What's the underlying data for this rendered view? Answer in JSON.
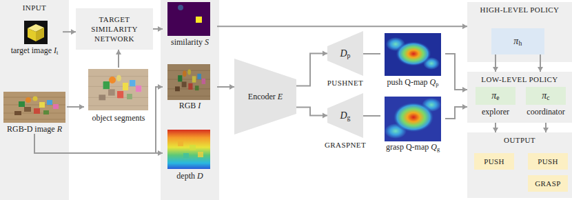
{
  "diagram": {
    "nodes": [
      {
        "text": [
          "INPUT"
        ]
      },
      {
        "text": [
          "target image It"
        ],
        "in": 0
      },
      {
        "text": [
          "RGB-D image R"
        ],
        "in": 0
      },
      {
        "text": [
          "TARGET SIMILARITY NETWORK"
        ]
      },
      {
        "text": [
          "object segments"
        ]
      },
      {
        "text": [
          "similarity S"
        ]
      },
      {
        "text": [
          "RGB I"
        ]
      },
      {
        "text": [
          "depth D"
        ]
      },
      {
        "text": [
          "Encoder E"
        ]
      },
      {
        "text": [
          "Dp",
          "PUSHNET"
        ]
      },
      {
        "text": [
          "Dg",
          "GRASPNET"
        ]
      },
      {
        "text": [
          "push Q-map Qp"
        ]
      },
      {
        "text": [
          "grasp Q-map Qg"
        ]
      },
      {
        "text": [
          "HIGH-LEVEL POLICY"
        ]
      },
      {
        "text": [
          "πh"
        ],
        "in": 13
      },
      {
        "text": [
          "LOW-LEVEL POLICY"
        ]
      },
      {
        "text": [
          "πe",
          "explorer"
        ],
        "in": 15
      },
      {
        "text": [
          "πc",
          "coordinator"
        ],
        "in": 15
      },
      {
        "text": [
          "OUTPUT"
        ]
      },
      {
        "text": [
          "PUSH"
        ],
        "in": 18
      },
      {
        "text": [
          "PUSH"
        ],
        "in": 18
      },
      {
        "text": [
          "GRASP"
        ],
        "in": 18
      }
    ],
    "edges": [
      {
        "from": 1,
        "to": 3,
        "arrow": "to"
      },
      {
        "from": 2,
        "to": 4,
        "arrow": "to"
      },
      {
        "from": 4,
        "to": 3,
        "arrow": "to"
      },
      {
        "from": 3,
        "to": 5,
        "arrow": "to"
      },
      {
        "from": 2,
        "to": 6,
        "arrow": "to"
      },
      {
        "from": 2,
        "to": 7,
        "arrow": "to"
      },
      {
        "from": 5,
        "to": 13,
        "arrow": "to"
      },
      {
        "from": 6,
        "to": 8,
        "arrow": "to"
      },
      {
        "from": 8,
        "to": 9,
        "arrow": "to"
      },
      {
        "from": 8,
        "to": 10,
        "arrow": "to"
      },
      {
        "from": 9,
        "to": 11,
        "arrow": "none"
      },
      {
        "from": 10,
        "to": 12,
        "arrow": "none"
      },
      {
        "from": 11,
        "to": 15,
        "arrow": "to"
      },
      {
        "from": 12,
        "to": 15,
        "arrow": "to"
      },
      {
        "from": 14,
        "to": 15,
        "arrow": "to"
      },
      {
        "from": 14,
        "to": 15,
        "arrow": "to"
      },
      {
        "from": 15,
        "to": 18,
        "arrow": "to"
      },
      {
        "from": 15,
        "to": 18,
        "arrow": "to"
      }
    ]
  }
}
